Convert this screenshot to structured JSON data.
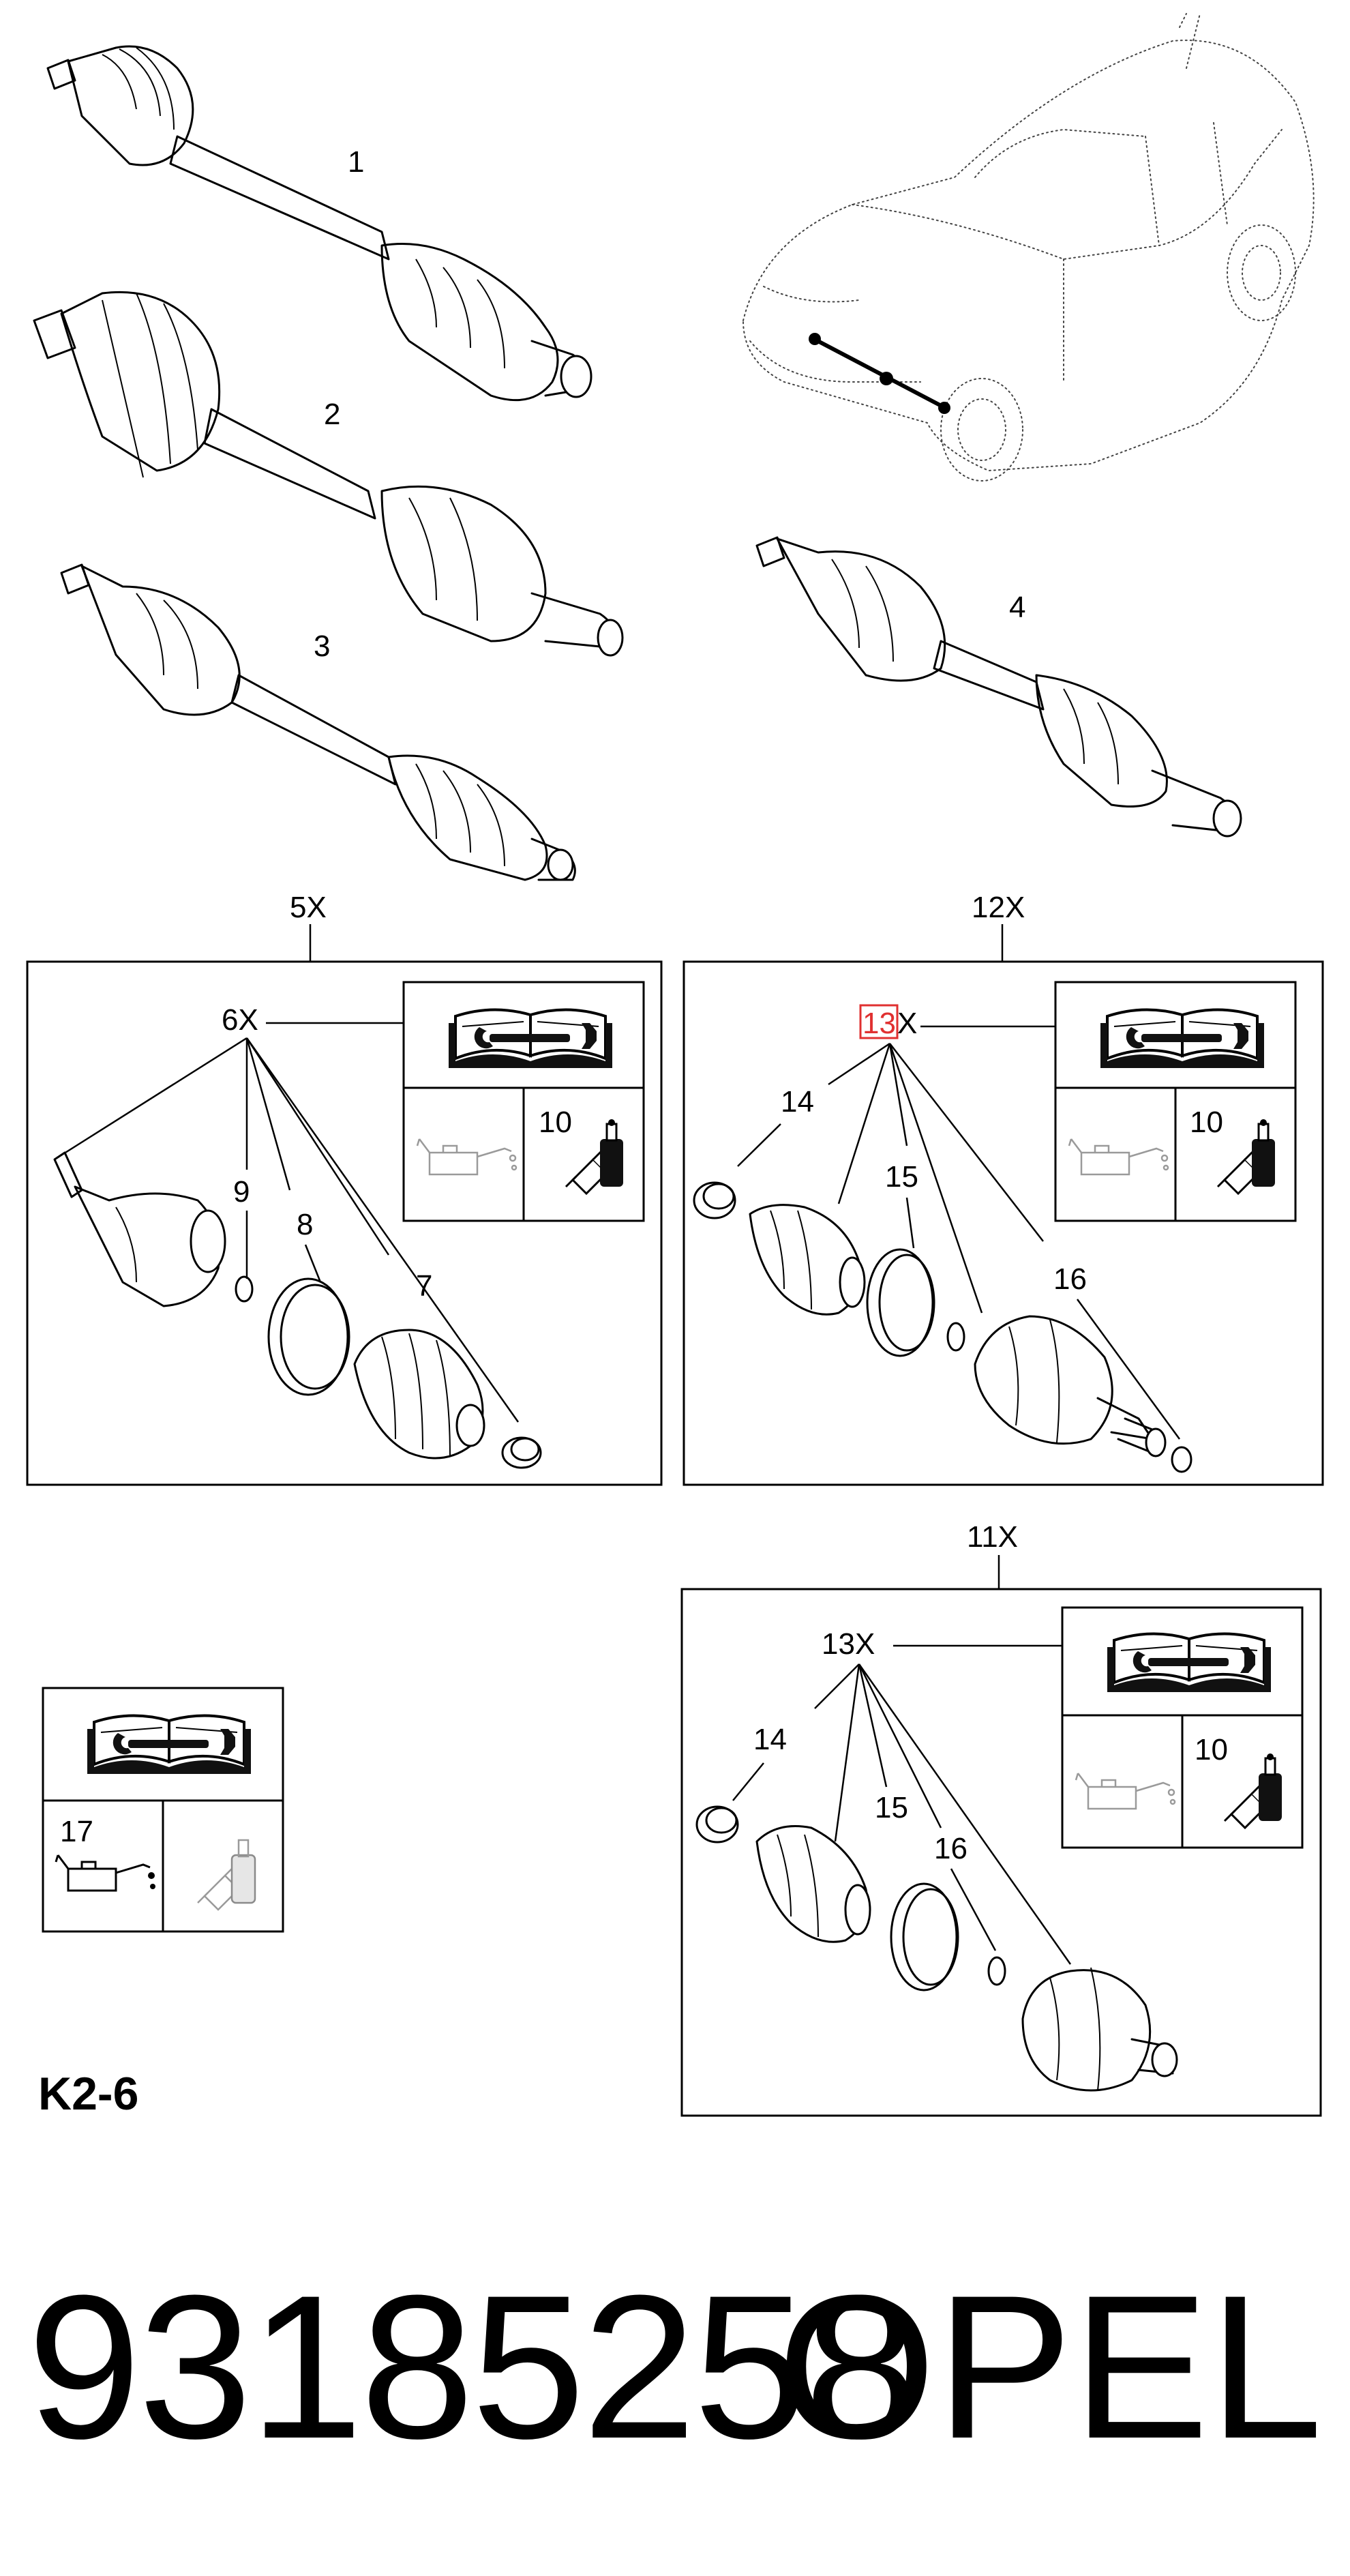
{
  "callouts": {
    "c1": "1",
    "c2": "2",
    "c3": "3",
    "c4": "4",
    "c5x": "5X",
    "c6x": "6X",
    "c7": "7",
    "c8": "8",
    "c9": "9",
    "c10a": "10",
    "c12x": "12X",
    "c13x_num": "13",
    "c13x_suffix": "X",
    "c14a": "14",
    "c15a": "15",
    "c16a": "16",
    "c10b": "10",
    "c11x": "11X",
    "c13x_b": "13X",
    "c14b": "14",
    "c15b": "15",
    "c16b": "16",
    "c10c": "10",
    "c17": "17"
  },
  "page_code": "K2-6",
  "part_number": "93185258",
  "brand": "OPEL",
  "colors": {
    "line": "#000000",
    "highlight": "#e03030",
    "grey_icon": "#9a9a9a"
  },
  "icons": [
    "manual-wrench-icon",
    "oil-can-icon",
    "grease-tube-icon"
  ]
}
